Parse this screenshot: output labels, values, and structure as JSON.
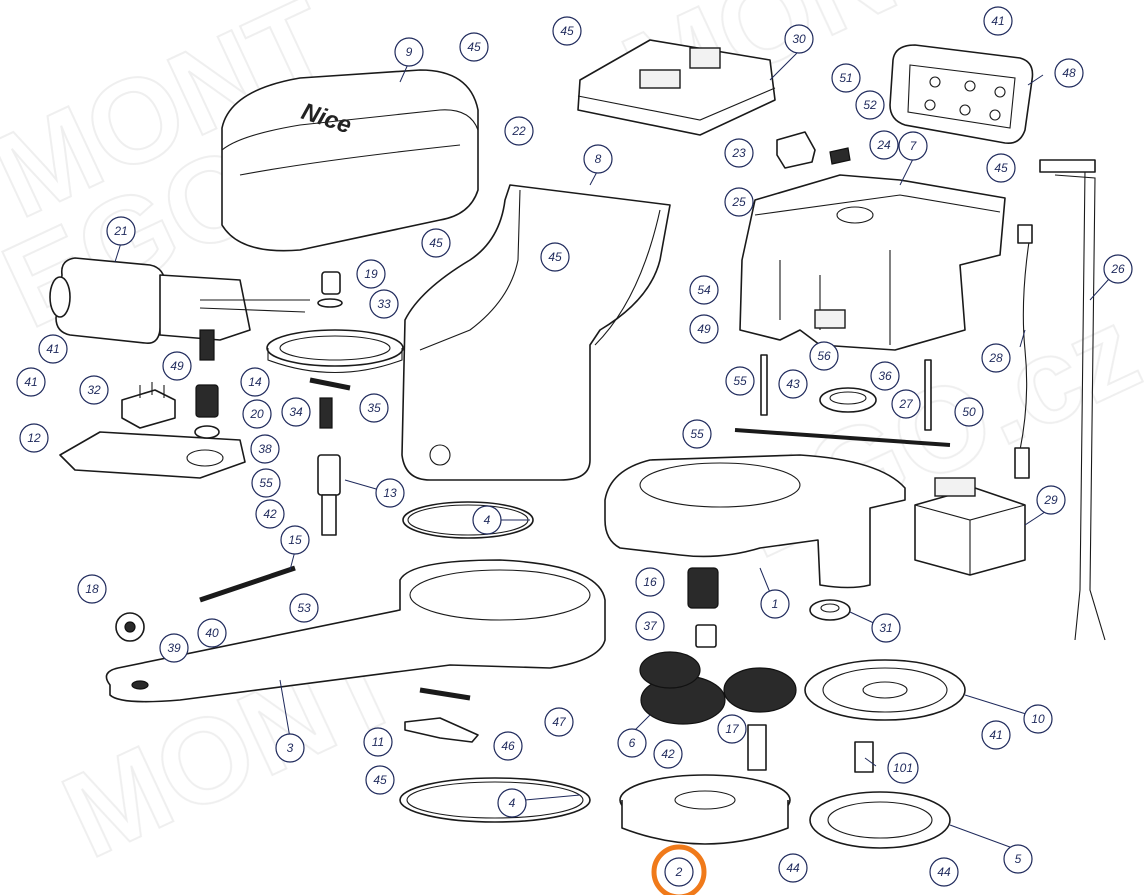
{
  "diagram": {
    "brand_logo": "Nice",
    "watermark": "MONT EGO.cz",
    "highlighted_part": "2",
    "highlight_color": "#f07a1a",
    "callout_color": "#1f2a5c",
    "callouts": [
      {
        "label": "45"
      },
      {
        "label": "9"
      },
      {
        "label": "45"
      },
      {
        "label": "22"
      },
      {
        "label": "30"
      },
      {
        "label": "41"
      },
      {
        "label": "48"
      },
      {
        "label": "51"
      },
      {
        "label": "52"
      },
      {
        "label": "23"
      },
      {
        "label": "24"
      },
      {
        "label": "7"
      },
      {
        "label": "45"
      },
      {
        "label": "8"
      },
      {
        "label": "25"
      },
      {
        "label": "21"
      },
      {
        "label": "45"
      },
      {
        "label": "45"
      },
      {
        "label": "19"
      },
      {
        "label": "33"
      },
      {
        "label": "54"
      },
      {
        "label": "26"
      },
      {
        "label": "41"
      },
      {
        "label": "49"
      },
      {
        "label": "49"
      },
      {
        "label": "56"
      },
      {
        "label": "28"
      },
      {
        "label": "41"
      },
      {
        "label": "32"
      },
      {
        "label": "14"
      },
      {
        "label": "55"
      },
      {
        "label": "43"
      },
      {
        "label": "36"
      },
      {
        "label": "20"
      },
      {
        "label": "34"
      },
      {
        "label": "35"
      },
      {
        "label": "27"
      },
      {
        "label": "50"
      },
      {
        "label": "38"
      },
      {
        "label": "12"
      },
      {
        "label": "55"
      },
      {
        "label": "55"
      },
      {
        "label": "13"
      },
      {
        "label": "42"
      },
      {
        "label": "4"
      },
      {
        "label": "29"
      },
      {
        "label": "15"
      },
      {
        "label": "16"
      },
      {
        "label": "1"
      },
      {
        "label": "18"
      },
      {
        "label": "40"
      },
      {
        "label": "53"
      },
      {
        "label": "31"
      },
      {
        "label": "39"
      },
      {
        "label": "37"
      },
      {
        "label": "10"
      },
      {
        "label": "47"
      },
      {
        "label": "3"
      },
      {
        "label": "11"
      },
      {
        "label": "46"
      },
      {
        "label": "17"
      },
      {
        "label": "6"
      },
      {
        "label": "41"
      },
      {
        "label": "42"
      },
      {
        "label": "101"
      },
      {
        "label": "45"
      },
      {
        "label": "4"
      },
      {
        "label": "5"
      },
      {
        "label": "44"
      },
      {
        "label": "44"
      },
      {
        "label": "2"
      }
    ]
  }
}
